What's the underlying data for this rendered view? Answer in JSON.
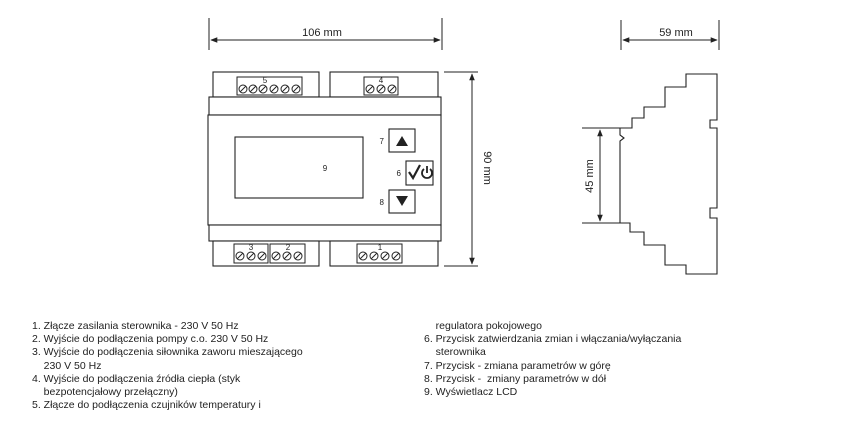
{
  "dimensions": {
    "width_label": "106 mm",
    "height_label": "90 mm",
    "side_width_label": "59 mm",
    "side_height_label": "45 mm"
  },
  "terminals": {
    "t5": "5",
    "t4": "4",
    "t3": "3",
    "t2": "2",
    "t1": "1"
  },
  "display_label": "9",
  "buttons": {
    "up_number": "7",
    "ok_number": "6",
    "down_number": "8"
  },
  "legend_left": [
    "1. Złącze zasilania sterownika - 230 V 50 Hz",
    "2. Wyjście do podłączenia pompy c.o. 230 V 50 Hz",
    "3. Wyjście do podłączenia siłownika zaworu mieszającego",
    "    230 V 50 Hz",
    "4. Wyjście do podłączenia źródła ciepła (styk",
    "    bezpotencjałowy przełączny)",
    "5. Złącze do podłączenia czujników temperatury i"
  ],
  "legend_right": [
    "    regulatora pokojowego",
    "6. Przycisk zatwierdzania zmian i włączania/wyłączania",
    "    sterownika",
    "7. Przycisk - zmiana parametrów w górę",
    "8. Przycisk -  zmiany parametrów w dół",
    "9. Wyświetlacz LCD"
  ]
}
